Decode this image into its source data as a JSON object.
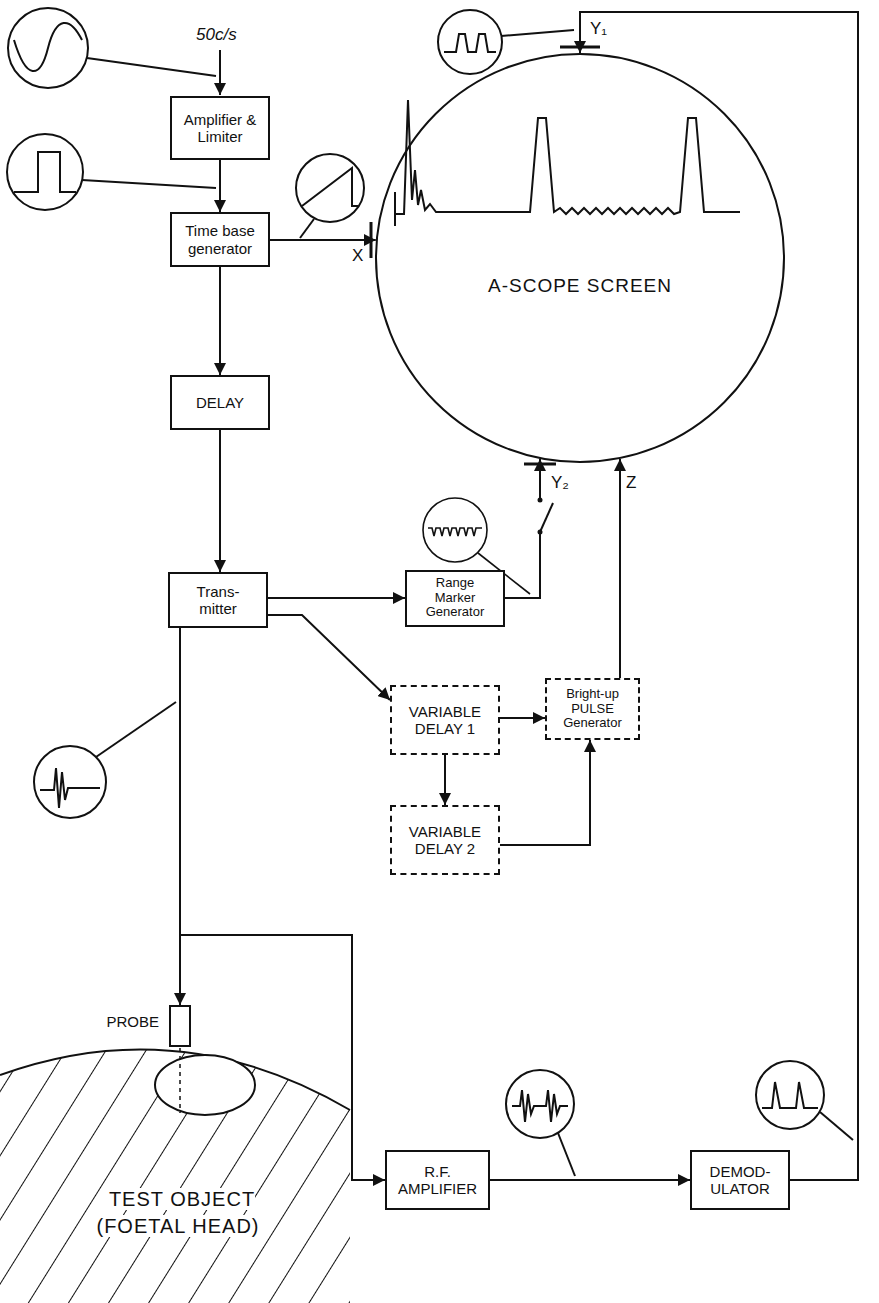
{
  "diagram": {
    "nodes": [
      {
        "text": [
          "Amplifier & Limiter"
        ]
      },
      {
        "text": [
          "Time base generator"
        ]
      },
      {
        "text": [
          "A-SCOPE SCREEN"
        ]
      },
      {
        "text": [
          "DELAY"
        ]
      },
      {
        "text": [
          "Trans- mitter"
        ]
      },
      {
        "text": [
          "Range Marker Generator"
        ]
      },
      {
        "text": [
          "VARIABLE DELAY 1"
        ]
      },
      {
        "text": [
          "Bright-up PULSE Generator"
        ]
      },
      {
        "text": [
          "VARIABLE DELAY 2"
        ]
      },
      {
        "text": [
          "PROBE"
        ]
      },
      {
        "text": [
          "R.F. AMPLIFIER"
        ]
      },
      {
        "text": [
          "DEMOD- ULATOR"
        ]
      },
      {
        "text": [
          "TEST OBJECT (FOETAL HEAD)"
        ]
      }
    ],
    "edges": [
      {
        "from": 0,
        "to": 1,
        "arrow": "to"
      },
      {
        "from": 1,
        "to": 2,
        "arrow": "to"
      },
      {
        "from": 1,
        "to": 3,
        "arrow": "to"
      },
      {
        "from": 3,
        "to": 4,
        "arrow": "to"
      },
      {
        "from": 4,
        "to": 5,
        "arrow": "to"
      },
      {
        "from": 5,
        "to": 2,
        "arrow": "to"
      },
      {
        "from": 4,
        "to": 6,
        "arrow": "to"
      },
      {
        "from": 6,
        "to": 7,
        "arrow": "to"
      },
      {
        "from": 6,
        "to": 8,
        "arrow": "to"
      },
      {
        "from": 8,
        "to": 7,
        "arrow": "to"
      },
      {
        "from": 7,
        "to": 2,
        "arrow": "to"
      },
      {
        "from": 4,
        "to": 9,
        "arrow": "to"
      },
      {
        "from": 9,
        "to": 10,
        "arrow": "to"
      },
      {
        "from": 10,
        "to": 11,
        "arrow": "to"
      },
      {
        "from": 11,
        "to": 2,
        "arrow": "to"
      }
    ],
    "labels": [
      "50c/s",
      "X",
      "Y₁",
      "Y₂",
      "Z"
    ]
  }
}
